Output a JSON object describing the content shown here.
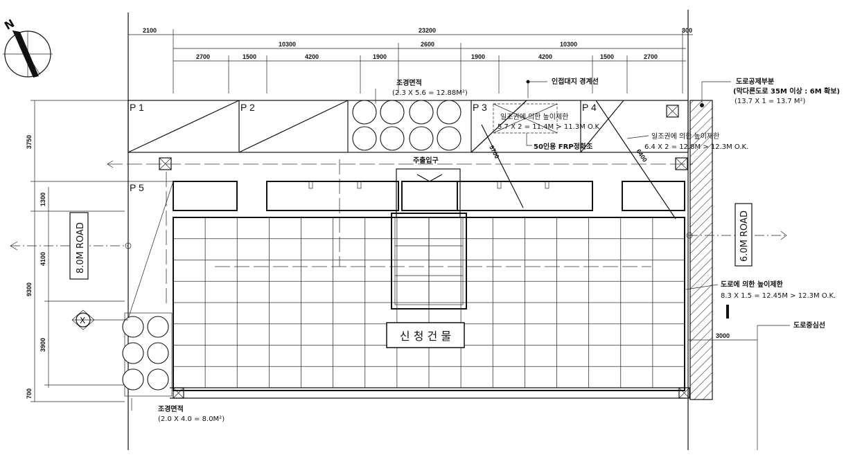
{
  "north": {
    "label": "N"
  },
  "top_dims": {
    "row1": [
      "2100",
      "23200",
      "300"
    ],
    "row2": [
      "10300",
      "2600",
      "10300"
    ],
    "row3": [
      "2700",
      "1500",
      "4200",
      "1900",
      "1900",
      "4200",
      "1500",
      "2700"
    ]
  },
  "left_dims": [
    "3750",
    "1300",
    "4100",
    "9300",
    "3900",
    "700"
  ],
  "right_dims": {
    "road_half": "3000"
  },
  "parking": [
    "P 1",
    "P 2",
    "P 3",
    "P 4",
    "P 5"
  ],
  "notes": {
    "landscape_top_title": "조경면적",
    "landscape_top_calc": "(2.3 X 5.6 = 12.88M²)",
    "neighbor_line": "인접대지 경계선",
    "road_deduction_title": "도로공제부분",
    "road_deduction_note": "(막다른도로 35M 이상 : 6M 확보)",
    "road_deduction_calc": "(13.7 X 1 = 13.7 M²)",
    "sunlight_1_title": "일조권에 의한 높이제한",
    "sunlight_1_calc": "5.7 X 2 = 11.4M > 11.3M O.K.",
    "sunlight_2_title": "일조권에 의한 높이제한",
    "sunlight_2_calc": "6.4 X 2 = 12.8M > 12.3M O.K.",
    "septic": "50인용 FRP정화조",
    "main_entrance": "주출입구",
    "diag_1": "5700",
    "diag_2": "6400",
    "road_height_title": "도로에 의한 높이제한",
    "road_height_calc": "8.3 X 1.5 = 12.45M > 12.3M O.K.",
    "road_centerline": "도로중심선",
    "landscape_bottom_title": "조경면적",
    "landscape_bottom_calc": "(2.0 X 4.0 = 8.0M²)",
    "building": "신 청 건 물",
    "road_left": "8.0M ROAD",
    "road_right": "6.0M ROAD",
    "marker_x": "X"
  }
}
